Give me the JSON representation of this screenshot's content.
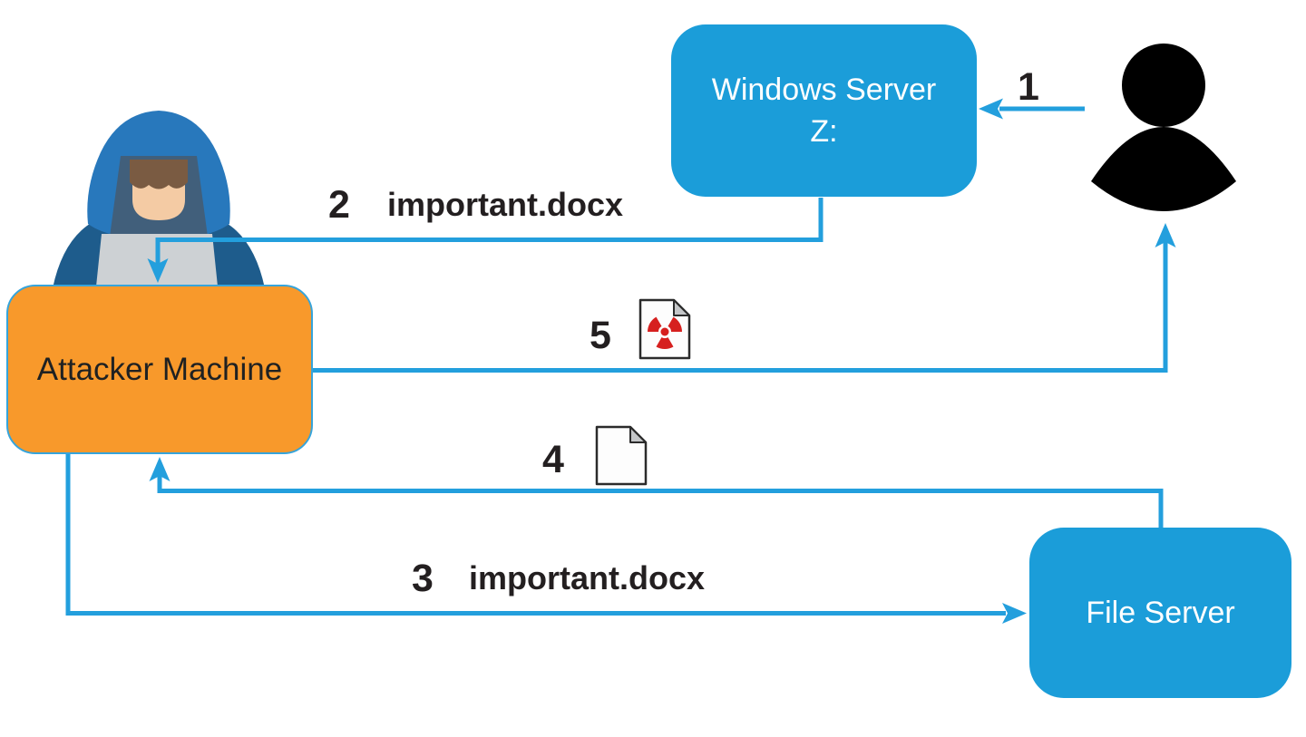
{
  "nodes": {
    "windows_server": {
      "line1": "Windows Server",
      "line2": "Z:"
    },
    "attacker_machine": {
      "label": "Attacker Machine"
    },
    "file_server": {
      "label": "File Server"
    }
  },
  "steps": [
    {
      "num": "1"
    },
    {
      "num": "2",
      "file": "important.docx"
    },
    {
      "num": "3",
      "file": "important.docx"
    },
    {
      "num": "4",
      "icon": "document-icon"
    },
    {
      "num": "5",
      "icon": "malicious-document-icon"
    }
  ],
  "icons": {
    "attacker": "hooded-hacker-at-laptop-icon",
    "user": "person-silhouette-icon",
    "step4": "blank-document-icon",
    "step5": "radioactive-document-icon"
  },
  "colors": {
    "node_blue": "#1B9DD9",
    "arrow_blue": "#239FDD",
    "attacker_orange": "#F8992B",
    "orange_border": "#36A4DB",
    "hazard_red": "#D6201F",
    "label_dark": "#231F20"
  }
}
